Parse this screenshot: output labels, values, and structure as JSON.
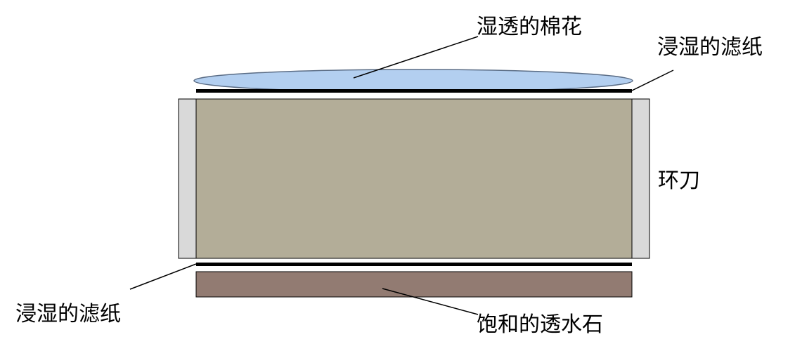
{
  "labels": {
    "cotton": "湿透的棉花",
    "filter_top": "浸湿的滤纸",
    "ring_knife": "环刀",
    "filter_bottom": "浸湿的滤纸",
    "stone": "饱和的透水石"
  },
  "colors": {
    "cotton_fill": "#b3cff0",
    "cotton_stroke": "#5a6c85",
    "soil_fill": "#b3ad98",
    "ring_fill": "#d9d9d9",
    "stone_fill": "#927b72",
    "filter_paper": "#000000",
    "outline": "#000000"
  }
}
